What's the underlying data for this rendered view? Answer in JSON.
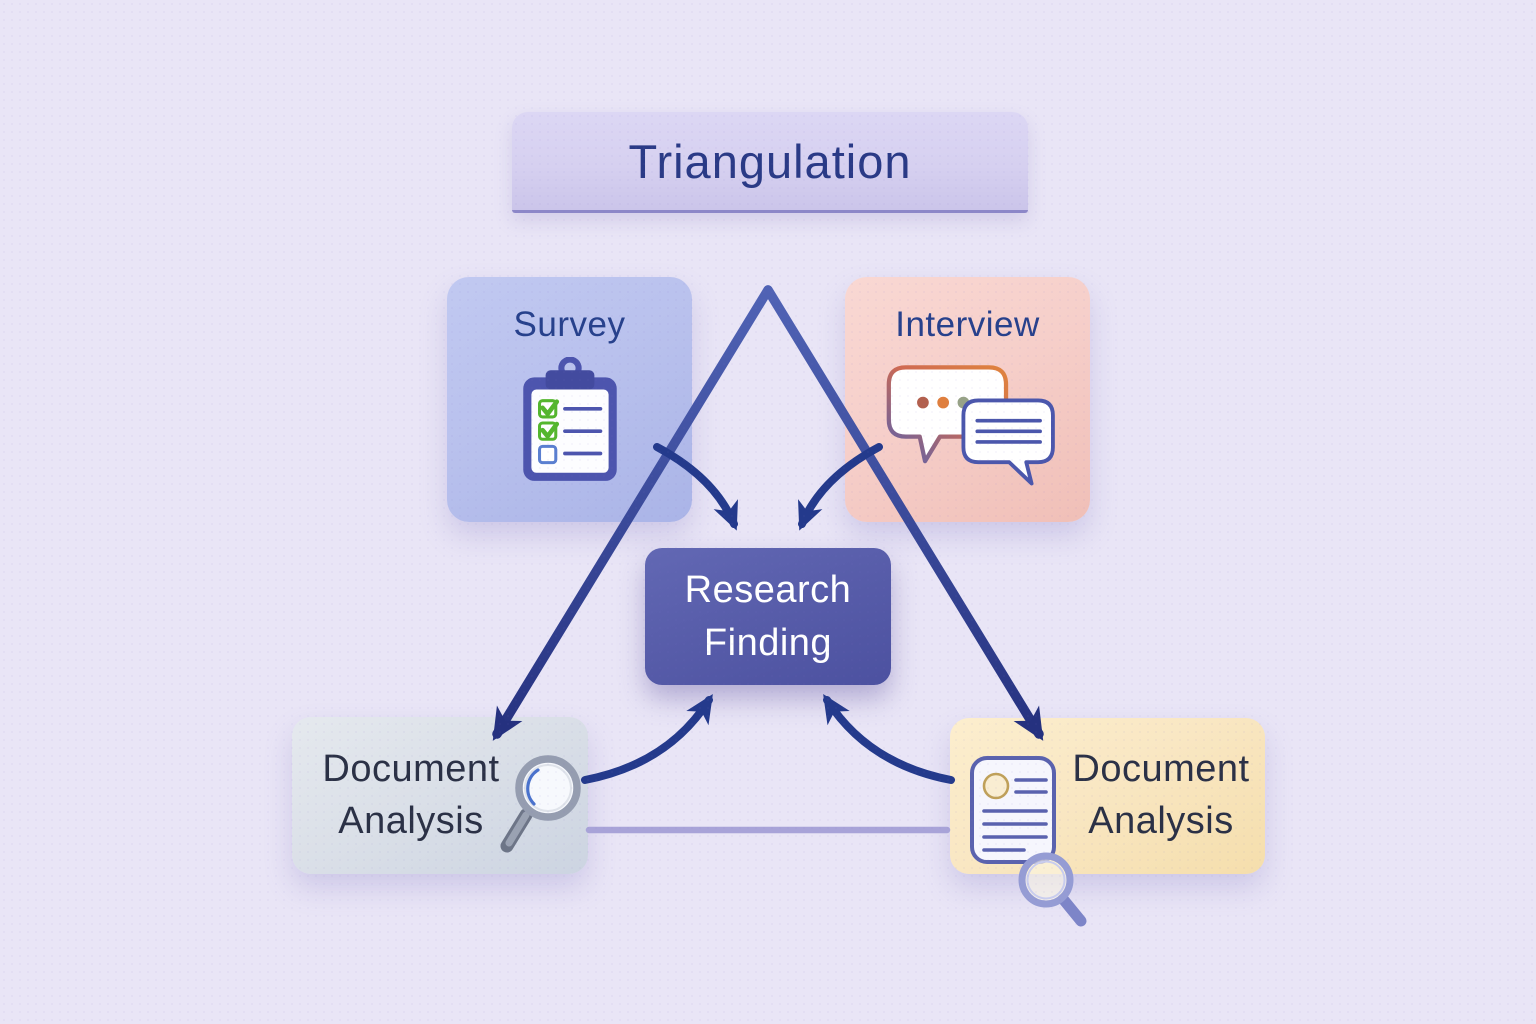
{
  "diagram": {
    "title": "Triangulation",
    "top_left": {
      "label": "Survey"
    },
    "top_right": {
      "label": "Interview"
    },
    "center": {
      "line1": "Research",
      "line2": "Finding"
    },
    "bottom_left": {
      "line1": "Document",
      "line2": "Analysis"
    },
    "bottom_right": {
      "line1": "Document",
      "line2": "Analysis"
    }
  },
  "icons": {
    "top_left": "clipboard-checklist-icon",
    "top_right": "chat-bubbles-icon",
    "bottom_left": "magnifying-glass-icon",
    "bottom_right": "document-magnifier-icon"
  },
  "colors": {
    "background": "#e9e5f6",
    "title_box": "#d6d0f0",
    "title_text": "#2a3a86",
    "survey_box": "#b9c1ed",
    "interview_box": "#f6cfca",
    "center_box": "#575ca9",
    "center_text": "#ffffff",
    "doc_left_box": "#dbe0e8",
    "doc_right_box": "#f9e7c3",
    "top_label_text": "#27418c",
    "bottom_label_text": "#2b3146",
    "triangle_top": "#5063b5",
    "triangle_bottom": "#25317f",
    "arrow": "#243a8c",
    "base_line": "#a8a3d8",
    "icon_indigo": "#4d55ae"
  }
}
